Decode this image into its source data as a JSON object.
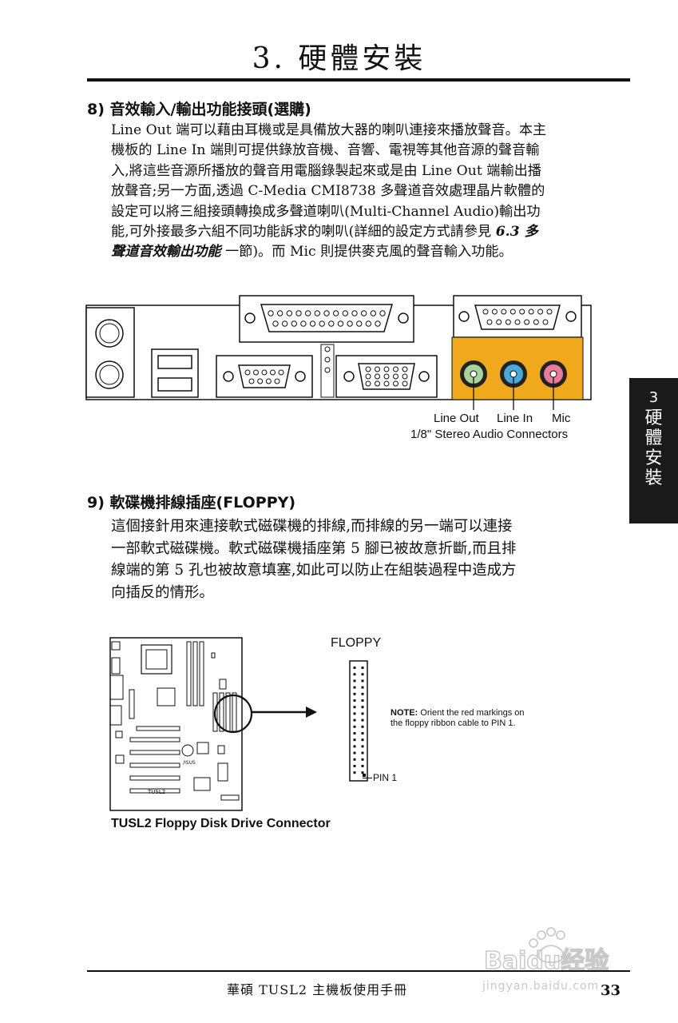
{
  "header": {
    "chapter_title": "3. 硬體安裝"
  },
  "side_tab": {
    "number": "3",
    "text": "硬體安裝"
  },
  "section8": {
    "heading": "8) 音效輸入/輸出功能接頭(選購)",
    "lines": [
      "Line Out 端可以藉由耳機或是具備放大器的喇叭連接來播放聲音。本主",
      "機板的 Line In 端則可提供錄放音機、音響、電視等其他音源的聲音輸",
      "入,將這些音源所播放的聲音用電腦錄製起來或是由 Line Out 端輸出播",
      "放聲音;另一方面,透過 C-Media CMI8738 多聲道音效處理晶片軟體的",
      "設定可以將三組接頭轉換成多聲道喇叭(Multi-Channel Audio)輸出功"
    ],
    "line6_pre": "能,可外接最多六組不同功能訴求的喇叭(詳細的設定方式請參見 ",
    "line6_em": "6.3 多",
    "line7_em": "聲道音效輸出功能",
    "line7_post": " 一節)。而 Mic 則提供麥克風的聲音輸入功能。"
  },
  "audio_figure": {
    "label_line_out": "Line Out",
    "label_line_in": "Line In",
    "label_mic": "Mic",
    "caption": "1/8\" Stereo Audio Connectors",
    "colors": {
      "panel_orange": "#f0a81c",
      "line_out": "#a8d49a",
      "line_in": "#4aa8d8",
      "mic": "#e87a9a"
    }
  },
  "section9": {
    "heading": "9) 軟碟機排線插座(FLOPPY)",
    "lines": [
      "這個接針用來連接軟式磁碟機的排線,而排線的另一端可以連接",
      "一部軟式磁碟機。軟式磁碟機插座第 5 腳已被故意折斷,而且排",
      "線端的第 5 孔也被故意填塞,如此可以防止在組裝過程中造成方",
      "向插反的情形。"
    ]
  },
  "floppy_figure": {
    "label": "FLOPPY",
    "note_bold": "NOTE:",
    "note_line1": " Orient the red markings on",
    "note_line2": "the floppy ribbon cable to PIN 1.",
    "pin_label": "PIN 1",
    "board_model": "TUSL2",
    "board_brand": "/ISUS",
    "caption": "TUSL2 Floppy Disk Drive Connector"
  },
  "footer": {
    "text": "華碩 TUSL2 主機板使用手冊",
    "page_number": "33"
  },
  "watermark": {
    "text": "Baidu经验",
    "url": "jingyan.baidu.com"
  }
}
